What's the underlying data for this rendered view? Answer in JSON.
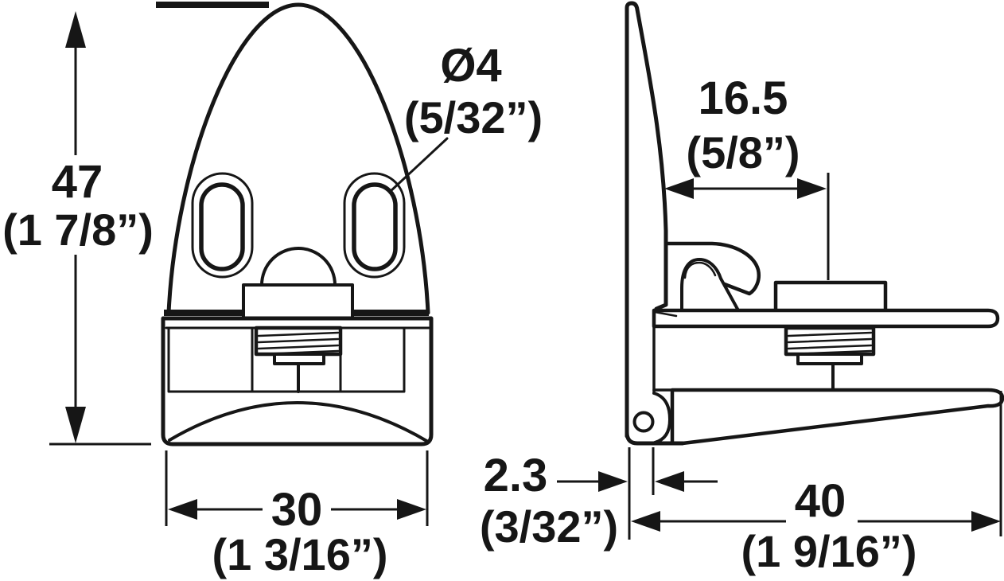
{
  "drawing": {
    "front_view": {
      "height_mm": "47",
      "height_inch": "(1 7/8”)",
      "width_mm": "30",
      "width_inch": "(1 3/16”)",
      "hole_diameter_mm": "Ø4",
      "hole_diameter_inch": "(5/32”)"
    },
    "side_view": {
      "top_depth_mm": "16.5",
      "top_depth_inch": "(5/8”)",
      "gap_mm": "2.3",
      "gap_inch": "(3/32”)",
      "overall_depth_mm": "40",
      "overall_depth_inch": "(1 9/16”)"
    },
    "colors": {
      "line": "#161616",
      "background": "#ffffff"
    }
  }
}
